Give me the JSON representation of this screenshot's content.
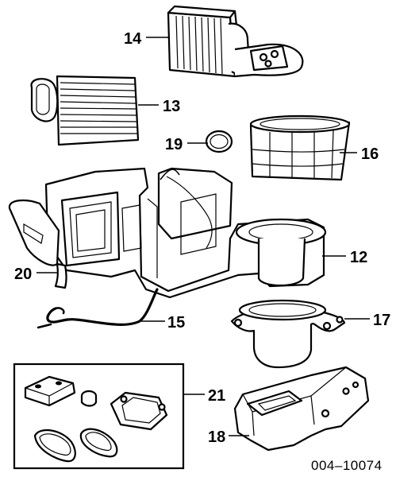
{
  "callouts": {
    "c14": "14",
    "c13": "13",
    "c19": "19",
    "c16": "16",
    "c12": "12",
    "c20": "20",
    "c15": "15",
    "c17": "17",
    "c21": "21",
    "c18": "18"
  },
  "figure_code": "004–10074"
}
